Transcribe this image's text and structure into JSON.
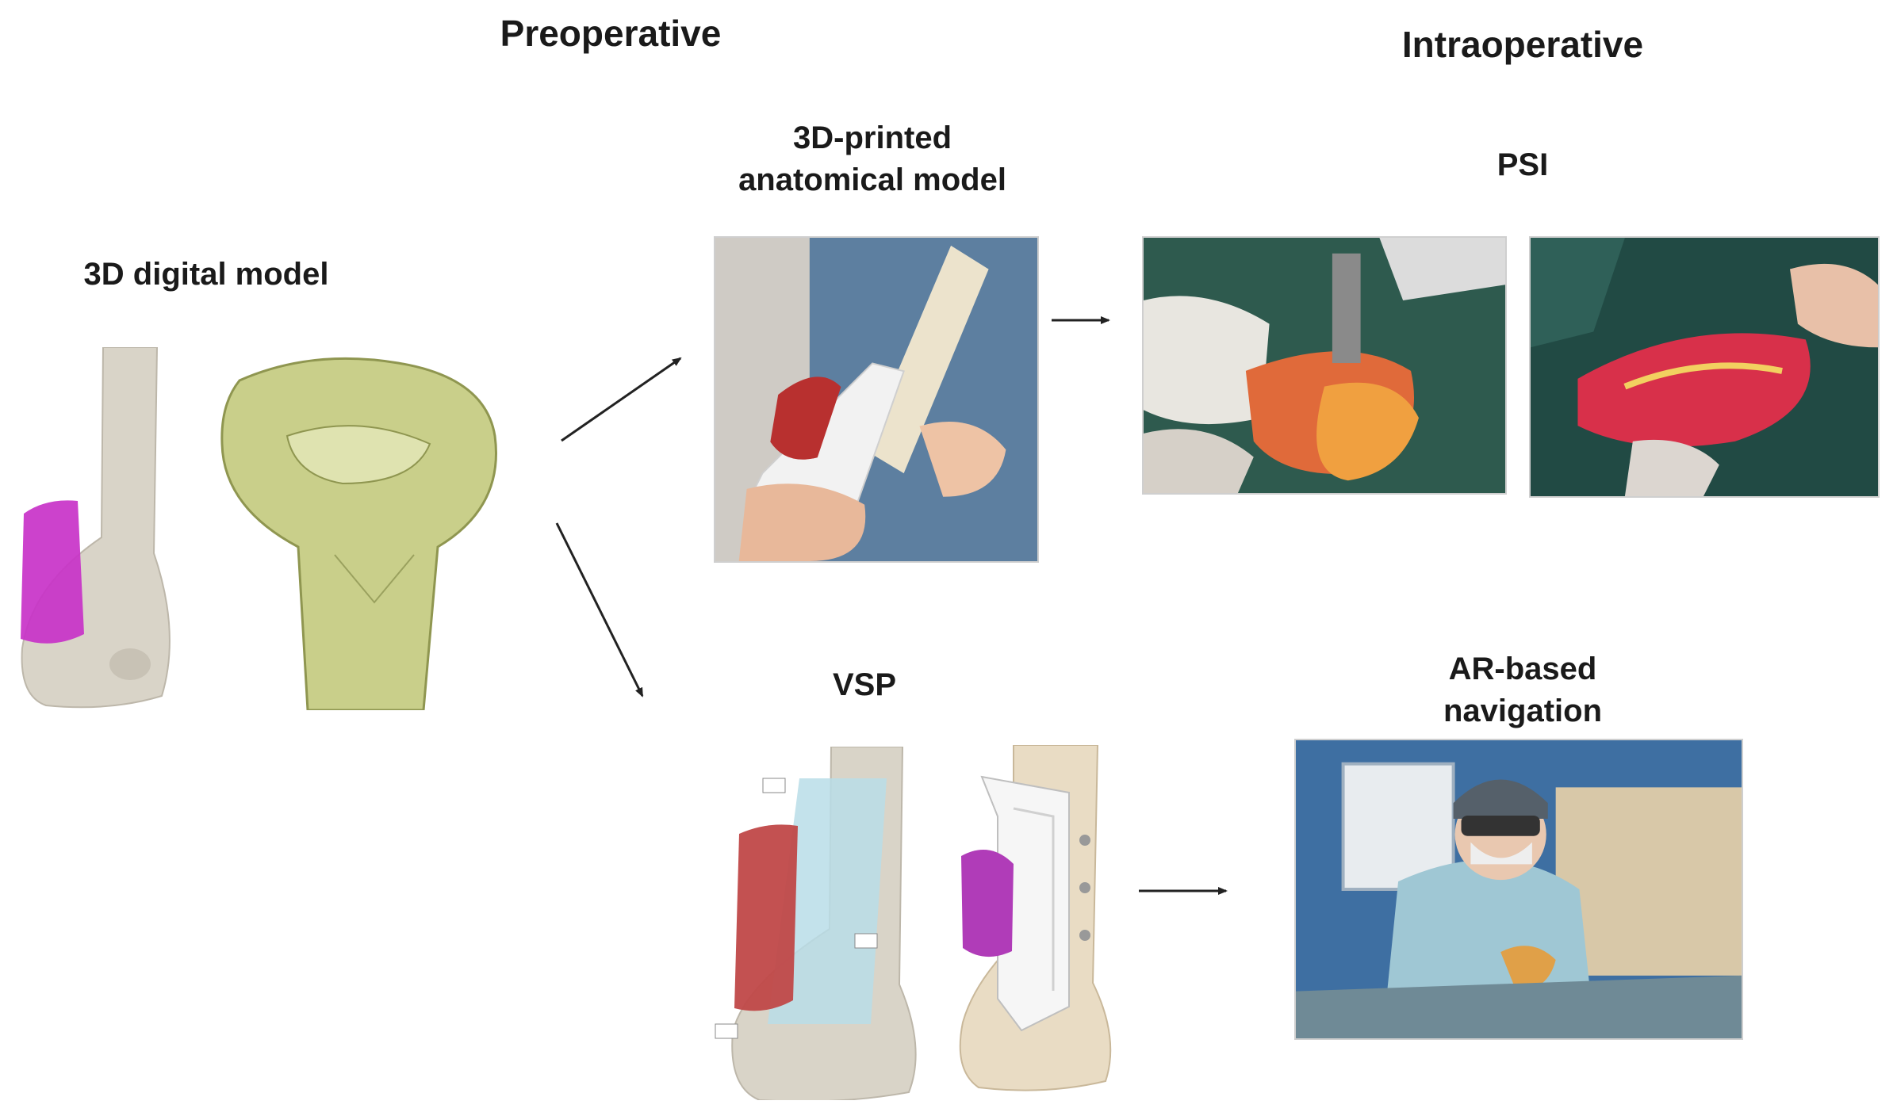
{
  "labels": {
    "preoperative": "Preoperative",
    "intraoperative": "Intraoperative",
    "digital_model": "3D digital model",
    "printed_model": "3D-printed\nanatomical model",
    "psi": "PSI",
    "vsp": "VSP",
    "ar_navigation": "AR-based\nnavigation"
  },
  "colors": {
    "bone": "#d9d4c8",
    "tumor_magenta": "#c832c8",
    "bone_green": "#c9cf8a",
    "tumor_red": "#c04848",
    "guide_blue": "#b8dde8",
    "bone_tan": "#e9dcc4",
    "surgical_green": "#2e5a4e",
    "scrubs_blue": "#9fc7d4",
    "arrow": "#222222"
  }
}
